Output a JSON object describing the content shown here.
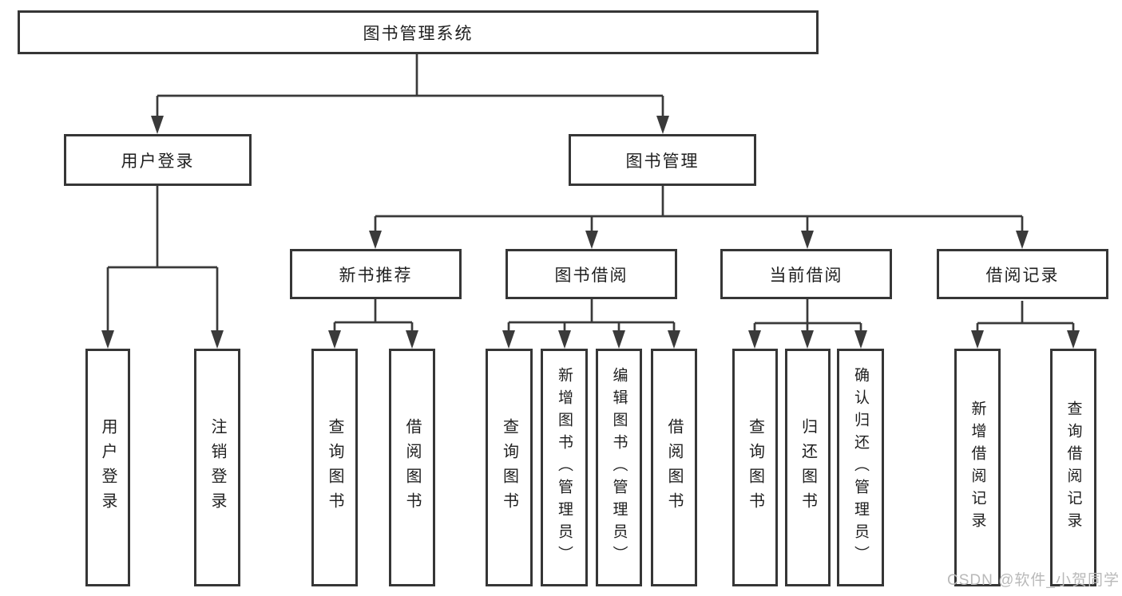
{
  "colors": {
    "background": "#ffffff",
    "line": "#3a3a3a",
    "box_border": "#363636",
    "text": "#1f1f1f",
    "watermark": "#b9b9b9"
  },
  "watermark": {
    "text": "CSDN @软件_小贺同学"
  },
  "diagram": {
    "root": {
      "label": "图书管理系统"
    },
    "branches": [
      {
        "label": "用户登录",
        "leaves": [
          {
            "label": "用户登录"
          },
          {
            "label": "注销登录"
          }
        ]
      },
      {
        "label": "图书管理",
        "groups": [
          {
            "label": "新书推荐",
            "leaves": [
              {
                "label": "查询图书"
              },
              {
                "label": "借阅图书"
              }
            ]
          },
          {
            "label": "图书借阅",
            "leaves": [
              {
                "label": "查询图书"
              },
              {
                "label": "新增图书（管理员）"
              },
              {
                "label": "编辑图书（管理员）"
              },
              {
                "label": "借阅图书"
              }
            ]
          },
          {
            "label": "当前借阅",
            "leaves": [
              {
                "label": "查询图书"
              },
              {
                "label": "归还图书"
              },
              {
                "label": "确认归还（管理员）"
              }
            ]
          },
          {
            "label": "借阅记录",
            "leaves": [
              {
                "label": "新增借阅记录"
              },
              {
                "label": "查询借阅记录"
              }
            ]
          }
        ]
      }
    ]
  }
}
